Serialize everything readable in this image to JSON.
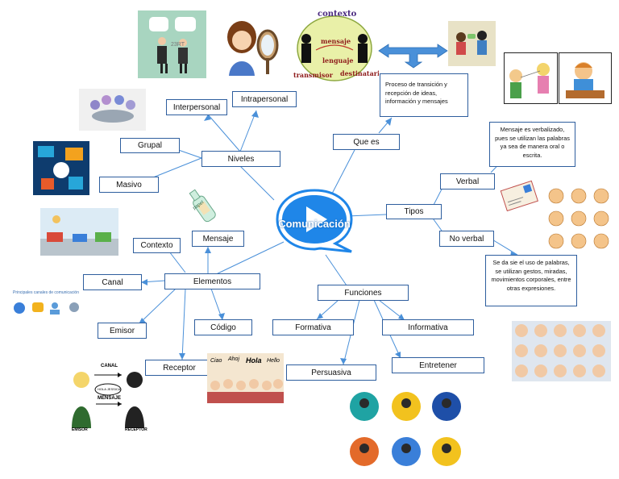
{
  "center": {
    "label": "Comunicación",
    "color": "#1f86e8"
  },
  "nodes": {
    "niveles": "Niveles",
    "interpersonal": "Interpersonal",
    "intrapersonal": "Intrapersonal",
    "grupal": "Grupal",
    "masivo": "Masivo",
    "elementos": "Elementos",
    "contexto": "Contexto",
    "mensaje": "Mensaje",
    "canal": "Canal",
    "emisor": "Emisor",
    "codigo": "Código",
    "receptor": "Receptor",
    "que_es": "Que es",
    "tipos": "Tipos",
    "verbal": "Verbal",
    "no_verbal": "No verbal",
    "funciones": "Funciones",
    "formativa": "Formativa",
    "informativa": "Informativa",
    "persuasiva": "Persuasiva",
    "entretener": "Entretener"
  },
  "notes": {
    "definicion": "Proceso de transición y recepción de ideas, información y mensajes",
    "verbal": "Mensaje es verbalizado, pues se utilizan las palabras ya sea de manera oral o escrita.",
    "no_verbal": "Se da sie el uso de palabras, se utilizan gestos, miradas, movimientos corporales, entre otras expresiones."
  },
  "illustrations": {
    "diagram_words": {
      "contexto": "contexto",
      "mensaje": "mensaje",
      "lenguaje": "lenguaje",
      "transmisor": "transmisor",
      "destinatario": "destinatario"
    },
    "bottle": "papel",
    "canal_diagram": {
      "canal": "CANAL",
      "bubble": "HOLA JESSICA",
      "mensaje": "MENSAJE",
      "emisor": "EMISOR",
      "receptor": "RECEPTOR"
    },
    "channels_title": "Principales canales de comunicación",
    "greetings": [
      "Ciao",
      "Ahoj",
      "Hola",
      "Hello"
    ],
    "bubble_code": "23RT"
  },
  "colors": {
    "line": "#2e5e9e",
    "box_border": "#2e5e9e",
    "arrow": "#4a90d9"
  }
}
